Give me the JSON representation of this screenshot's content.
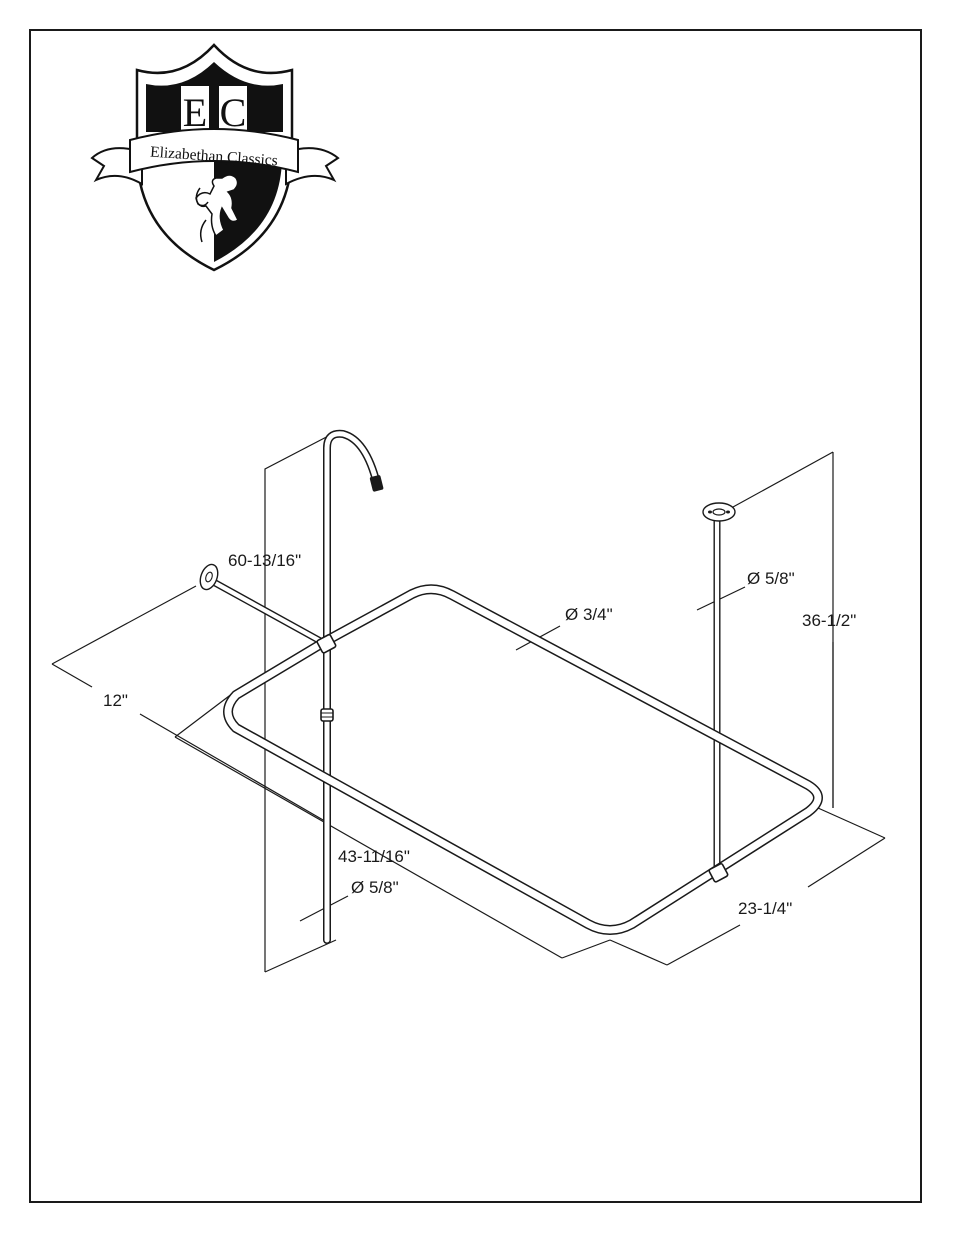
{
  "logo": {
    "monogram_left": "E",
    "monogram_right": "C",
    "brand": "Elizabethan Classics"
  },
  "dimensions": {
    "overall_height": "60-13/16\"",
    "wall_offset": "12\"",
    "length": "43-11/16\"",
    "width": "23-1/4\"",
    "ceiling_drop": "36-1/2\"",
    "ring_diameter": "Ø 3/4\"",
    "riser_diameter": "Ø 5/8\"",
    "ceiling_rod_diameter": "Ø 5/8\""
  }
}
